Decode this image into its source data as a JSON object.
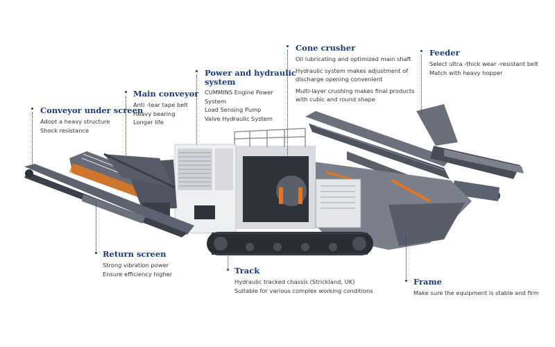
{
  "colors": {
    "title": "#1d3a78",
    "text": "#333333",
    "steel": "#5f6472",
    "accent": "#e2771f"
  },
  "callouts": {
    "conveyor_under_screen": {
      "title": "Conveyor under screen",
      "lines": [
        "Adopt a heavy structure",
        "Shock resistance"
      ]
    },
    "main_conveyor": {
      "title": "Main conveyor",
      "lines": [
        "Anti -tear tape belt",
        "Heavy bearing",
        "Longer life"
      ]
    },
    "power_hydraulic": {
      "title_1": "Power and hydraulic",
      "title_2": "system",
      "lines": [
        "CUMMINS Engine Power",
        "System",
        "Load Sensing Pump",
        "Valve Hydraulic System"
      ]
    },
    "cone_crusher": {
      "title": "Cone crusher",
      "lines": [
        "Oil lubricating and optimized main shaft",
        "Hydraulic system makes adjustment of",
        "discharge opening convenient",
        "Multi-layer crushing makes final products",
        "with cubic and round shape"
      ]
    },
    "feeder": {
      "title": "Feeder",
      "lines": [
        "Select ultra -thick wear -resistant belt",
        "Match with heavy hopper"
      ]
    },
    "return_screen": {
      "title": "Return screen",
      "lines": [
        "Strong vibration power",
        "Ensure efficiency higher"
      ]
    },
    "track": {
      "title": "Track",
      "lines": [
        "Hydraulic tracked chassis (Strickland, UK)",
        "Suitable for various complex working conditions"
      ]
    },
    "frame": {
      "title": "Frame",
      "lines": [
        "Make sure the equipment is stable and firm"
      ]
    }
  }
}
